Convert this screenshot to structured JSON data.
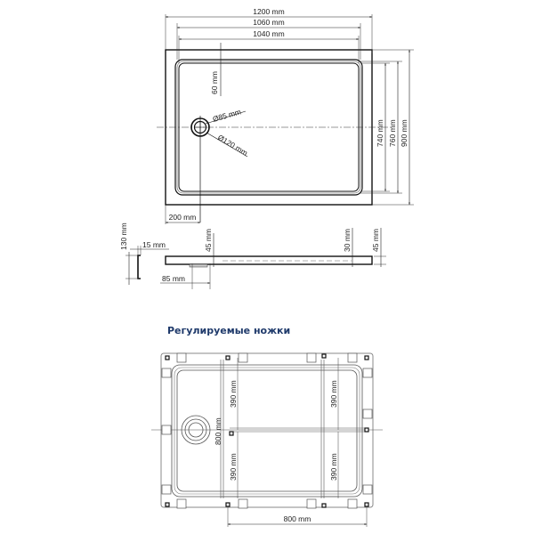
{
  "top_view": {
    "width_outer": "1200 mm",
    "width_mid": "1060 mm",
    "width_inner": "1040 mm",
    "rim_offset": "60 mm",
    "drain_inner": "Ø85 mm",
    "drain_outer": "Ø120 mm",
    "height_inner": "740 mm",
    "height_mid": "760 mm",
    "height_outer": "900 mm",
    "drain_offset": "200 mm"
  },
  "side_view": {
    "profile_height": "130 mm",
    "profile_thickness": "15 mm",
    "height_left": "45 mm",
    "depth_right": "30 mm",
    "height_right": "45 mm",
    "drain_width": "85 mm"
  },
  "bottom_view": {
    "title": "Регулируемые ножки",
    "leg_span_top_left": "390 mm",
    "leg_span_top_right": "390 mm",
    "leg_span_bottom_left": "390 mm",
    "leg_span_bottom_right": "390 mm",
    "height_total": "800 mm",
    "width_total": "800 mm"
  },
  "colors": {
    "line": "#111111",
    "light_line": "#888888",
    "title": "#1f3a6b"
  }
}
